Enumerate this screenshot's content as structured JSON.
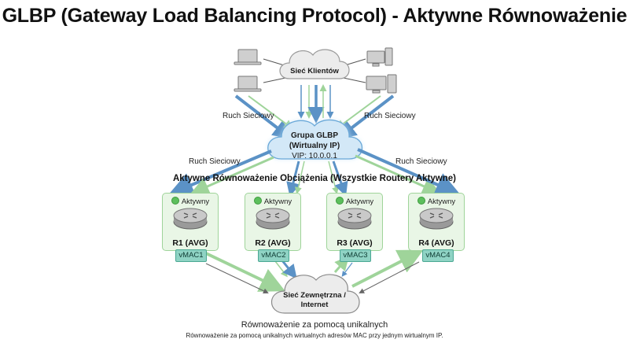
{
  "title": "GLBP (Gateway Load Balancing Protocol) - Aktywne Równoważenie",
  "client_cloud": {
    "label": "Sieć Klientów"
  },
  "glbp_cloud": {
    "line1": "Grupa GLBP",
    "line2": "(Wirtualny IP)",
    "vip": "VIP: 10.0.0.1"
  },
  "external_cloud": {
    "line1": "Sieć Zewnętrzna /",
    "line2": "Internet"
  },
  "traffic_labels": [
    "Ruch Sieciowy",
    "Ruch Sieciowy",
    "Ruch Sieciowy",
    "Ruch Sieciowy"
  ],
  "balancing_title": "Aktywne Równoważenie Obciążenia (Wszystkie Routery Aktywne)",
  "routers": [
    {
      "status": "Aktywny",
      "name": "R1 (AVG)",
      "vmac": "vMAC1"
    },
    {
      "status": "Aktywny",
      "name": "R2 (AVG)",
      "vmac": "vMAC2"
    },
    {
      "status": "Aktywny",
      "name": "R3 (AVG)",
      "vmac": "vMAC3"
    },
    {
      "status": "Aktywny",
      "name": "R4 (AVG)",
      "vmac": "vMAC4"
    }
  ],
  "clients": [
    {
      "type": "laptop-icon"
    },
    {
      "type": "laptop-icon"
    },
    {
      "type": "desktop-icon"
    },
    {
      "type": "desktop-tower-icon"
    }
  ],
  "colors": {
    "blue_arrow": "#5b92c6",
    "green_arrow": "#9fd49a",
    "gray_arrow": "#666666",
    "router_bg": "#e9f6e6",
    "vmac_bg": "#8fd3c4",
    "glbp_cloud": "#d3e8f7"
  },
  "caption": {
    "heading": "Równoważenie za pomocą unikalnych",
    "text": "Równoważenie za pomocą unikalnych wirtualnych adresów MAC przy jednym wirtualnym IP."
  }
}
